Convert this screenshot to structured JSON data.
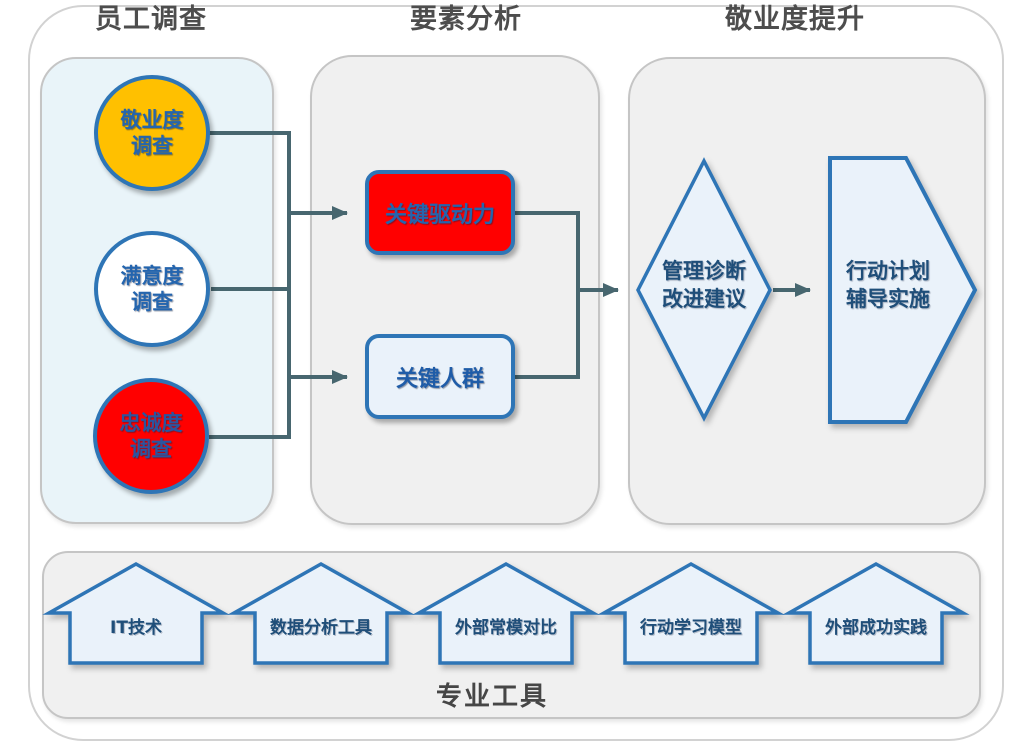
{
  "headers": {
    "survey": "员工调查",
    "analysis": "要素分析",
    "improvement": "敬业度提升"
  },
  "survey_panel": {
    "circles": [
      {
        "line1": "敬业度",
        "line2": "调查",
        "fill": "#FFC000"
      },
      {
        "line1": "满意度",
        "line2": "调查",
        "fill": "#FFFFFF"
      },
      {
        "line1": "忠诚度",
        "line2": "调查",
        "fill": "#FF0000"
      }
    ]
  },
  "analysis_panel": {
    "boxes": [
      {
        "label": "关键驱动力",
        "fill": "#FF0000"
      },
      {
        "label": "关键人群",
        "fill": "#EAF2FA"
      }
    ]
  },
  "improvement_panel": {
    "diamond": {
      "line1": "管理诊断",
      "line2": "改进建议"
    },
    "pentagon": {
      "line1": "行动计划",
      "line2": "辅导实施"
    }
  },
  "tools_panel": {
    "title": "专业工具",
    "tools": [
      {
        "label": "IT技术"
      },
      {
        "label": "数据分析工具"
      },
      {
        "label": "外部常模对比"
      },
      {
        "label": "行动学习模型"
      },
      {
        "label": "外部成功实践"
      }
    ]
  },
  "colors": {
    "accent_blue_border": "#2E75B6",
    "node_text_blue": "#2465AE",
    "deep_text_blue": "#1F4E79",
    "connector": "#47666F",
    "light_blue_fill": "#EAF2FA",
    "survey_panel_fill": "#E9F4F9",
    "gray_panel_fill": "#F0F0F0",
    "header_text": "#4D4D4D",
    "yellow": "#FFC000",
    "red": "#FF0000"
  }
}
